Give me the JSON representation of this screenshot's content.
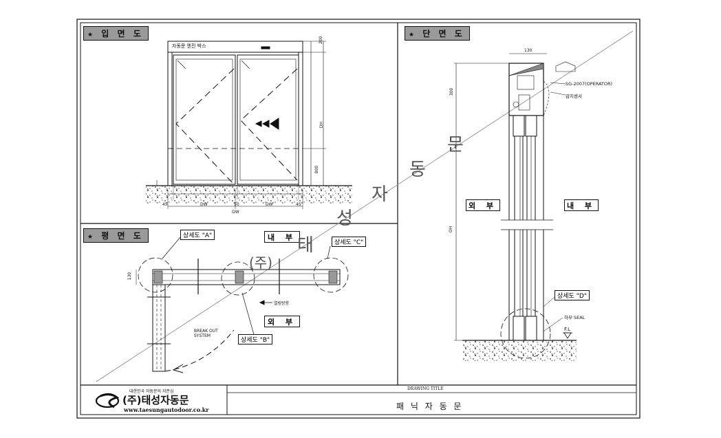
{
  "labels": {
    "elevation": "입 면 도",
    "plan": "평 면 도",
    "section": "단 면 도"
  },
  "star": "★",
  "elevation": {
    "header_box": "자동문 엔진 박스",
    "dims": {
      "top": "200",
      "dh": "DH",
      "bottom": "800",
      "dw1": "DW",
      "dw2": "DW",
      "ow": "OW",
      "s1": "45",
      "s2": "50",
      "s3": "45"
    }
  },
  "plan": {
    "inside": "내 부",
    "outside": "외 부",
    "detail_a": "상세도 \"A\"",
    "detail_b": "상세도 \"B\"",
    "detail_c": "상세도 \"C\"",
    "breakout": "BREAK OUT\nSYSTEM",
    "open_dir": "열림방향",
    "dim130": "130"
  },
  "section": {
    "outside": "외 부",
    "inside": "내 부",
    "detail_d": "상세도 \"D\"",
    "operator": "SG-2007(OPERATOR)",
    "sensor": "감지센서",
    "seal": "하부 SEAL",
    "fl": "F.L",
    "dim130": "130",
    "dim300": "300",
    "oh": "OH"
  },
  "watermark": [
    "(주)",
    "태",
    "성",
    "자",
    "동",
    "문"
  ],
  "title_block": {
    "tagline": "대한민국 자동문의 자존심",
    "company": "(주)태성자동문",
    "url": "www.taesungautodoor.co.kr",
    "drawing_title_label": "DRAWING TITLE",
    "drawing_title": "패 닉 자 동 문"
  }
}
